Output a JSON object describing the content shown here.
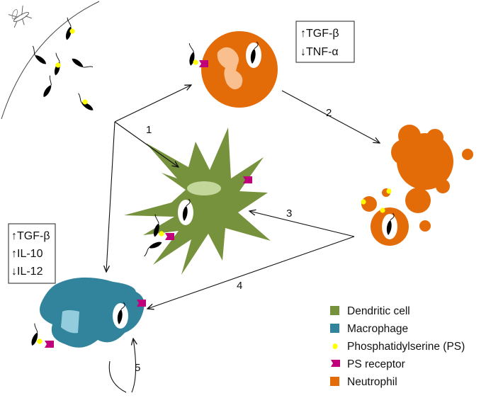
{
  "steps": [
    "1",
    "2",
    "3",
    "4",
    "5"
  ],
  "neutrophil_box": {
    "lines": [
      "↑TGF-β",
      "↓TNF-α"
    ]
  },
  "macrophage_box": {
    "lines": [
      "↑TGF-β",
      "↑IL-10",
      "↓IL-12"
    ]
  },
  "legend": {
    "items": [
      {
        "label": "Dendritic cell",
        "color": "#76923c",
        "icon": "square-swatch"
      },
      {
        "label": "Macrophage",
        "color": "#31849b",
        "icon": "square-swatch"
      },
      {
        "label": "Phosphatidylserine (PS)",
        "color": "#ffff00",
        "icon": "yellow-dot"
      },
      {
        "label": "PS receptor",
        "color": "#c0007a",
        "icon": "receptor-shape"
      },
      {
        "label": "Neutrophil",
        "color": "#e36c09",
        "icon": "square-swatch"
      }
    ]
  },
  "colors": {
    "dendritic": "#76923c",
    "dendritic_nucleus": "#c4d79b",
    "macrophage": "#31849b",
    "macrophage_nucleus": "#93cddd",
    "neutrophil": "#e36c09",
    "neutrophil_nucleus": "#fabf8f",
    "ps": "#ffff00",
    "receptor": "#c0007a",
    "parasite": "#000000"
  }
}
